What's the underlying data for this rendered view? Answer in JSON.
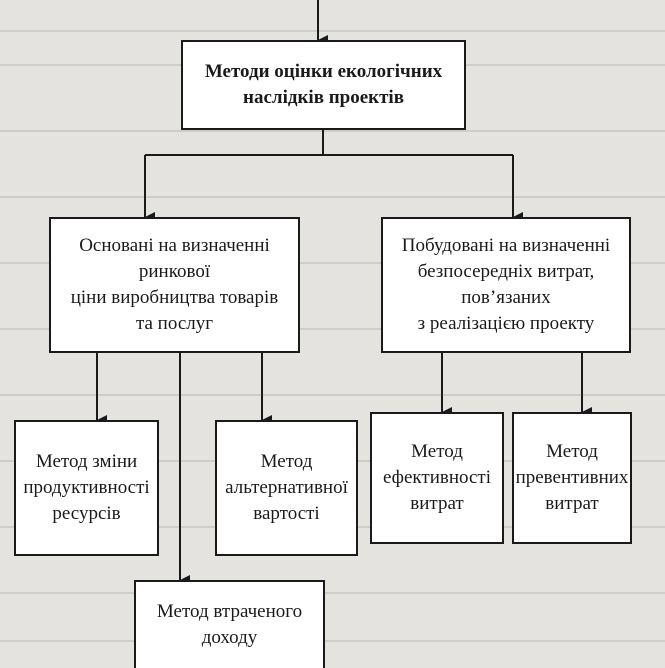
{
  "diagram": {
    "root": "Методи оцінки екологічних\nнаслідків проектів",
    "left_group": "Основані на визначенні ринкової\nціни виробництва товарів\nта послуг",
    "right_group": "Побудовані на визначенні\nбезпосередніх витрат, пов’язаних\nз реалізацією проекту",
    "methods": {
      "productivity": "Метод зміни\nпродуктивності\nресурсів",
      "alternative_cost": "Метод\nальтернативної\nвартості",
      "lost_income": "Метод втраченого\nдоходу",
      "cost_effectiveness": "Метод\nефективності\nвитрат",
      "preventive": "Метод\nпревентивних\nвитрат"
    }
  },
  "colors": {
    "line": "#1a1a1a",
    "box_fill": "#ffffff",
    "page": "#e4e3df"
  }
}
